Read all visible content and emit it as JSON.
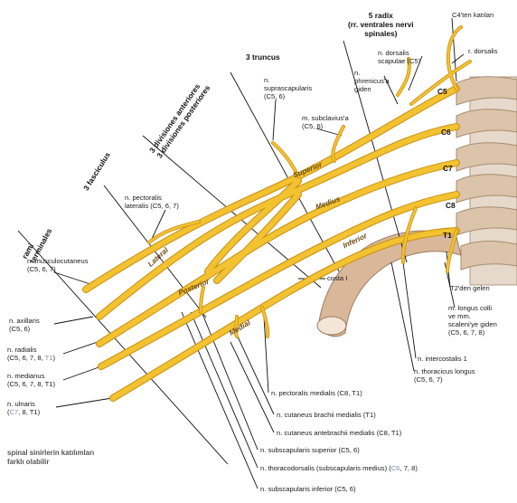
{
  "headers": {
    "rami_terminales": "rami\nterminales",
    "fasciculus": "3 fasciculus",
    "divisiones": "3 divisiones anteriores\n3 divisiones posteriores",
    "truncus": "3 truncus",
    "radix": "5 radix\n(rr. ventrales nervi\nspinales)"
  },
  "top_labels": {
    "c4": "C4'ten katılan",
    "r_dorsalis": "r. dorsalis",
    "dorsalis_scapulae": "n. dorsalis\nscapulae (C5)",
    "phrenicus": "n.\nphrenicus'a\ngiden",
    "suprascapularis": "n.\nsuprascapularis\n(C5, 6)",
    "subclavius": "m. subclavius'a\n(C5, 6)",
    "pectoralis_lateralis": "n. pectoralis\nlateralis (C5, 6, 7)"
  },
  "roots": [
    "C5",
    "C6",
    "C7",
    "C8",
    "T1"
  ],
  "trunk_labels": {
    "superior": "Superior",
    "medius": "Medius",
    "inferior": "Inferior"
  },
  "cord_labels": {
    "lateral": "Lateral",
    "posterior": "Posterior",
    "medial": "Medial"
  },
  "left_labels": {
    "musculocutaneus": "n. musculocutaneus\n(C5, 6, 7)",
    "axillaris": "n. axillaris\n(C5, 6)",
    "radialis": "n. radialis\n(C5, 6, 7, 8, ",
    "radialis_t1": "T1",
    "radialis_close": ")",
    "medianus": "n. medianus\n(C5, 6, 7, 8, T1)",
    "ulnaris_pre": "n. ulnaris\n(",
    "ulnaris_c7": "C7",
    "ulnaris_post": ", 8, T1)"
  },
  "right_labels": {
    "costa": "costa I",
    "t2": "T2'den gelen",
    "longus": "m. longus colli\nve mm.\nscaleni'ye giden\n(C5, 6, 7, 8)",
    "intercostalis": "n. intercostalis 1",
    "thoracicus": "n. thoracicus longus\n(C5, 6, 7)"
  },
  "bottom_labels": {
    "pectoralis_medialis": "n. pectoralis medialis (C8, T1)",
    "brachii": "n. cutaneus brachii medialis (T1)",
    "antebrachii": "n. cutaneus antebrachii medialis (C8, T1)",
    "subscap_sup": "n. subscapularis superior (C5, 6)",
    "thoracodorsalis_pre": "n. thoracodorsalis (subscapularis medius) (",
    "thoracodorsalis_c6": "C6",
    "thoracodorsalis_post": ", 7, 8)",
    "subscap_inf": "n. subscapularis inferior (C5, 6)"
  },
  "note": "spinal sinirlerin katılımları\nfarklı olabilir",
  "colors": {
    "nerve": "#f2c230",
    "nerve_edge": "#c98f12",
    "bone": "#d9b89a",
    "bone_edge": "#9c7a5c",
    "grey_text": "#8a8ab0"
  }
}
